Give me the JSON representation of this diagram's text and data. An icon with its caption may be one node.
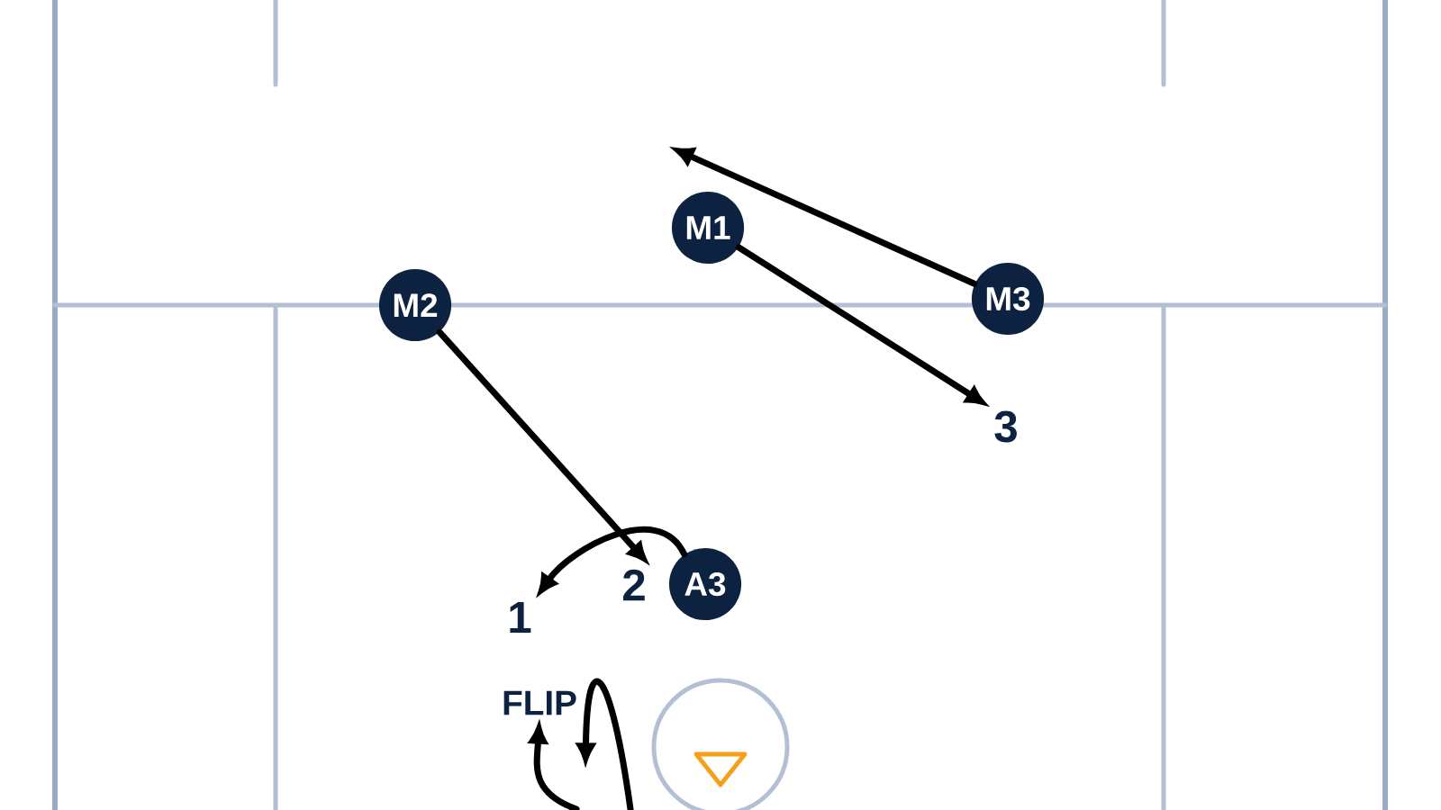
{
  "diagram": {
    "nodes": [
      {
        "text": [
          "M1"
        ]
      },
      {
        "text": [
          "M3"
        ]
      },
      {
        "text": [
          "M2"
        ]
      },
      {
        "text": [
          "3"
        ]
      },
      {
        "text": [
          "2"
        ]
      },
      {
        "text": [
          "A3"
        ]
      },
      {
        "text": [
          "1"
        ]
      },
      {
        "text": [
          "FLIP"
        ]
      }
    ],
    "edges": [
      {
        "from": 0,
        "to": 3,
        "arrow": "to"
      },
      {
        "from": 1,
        "to": null,
        "arrow": "to"
      },
      {
        "from": 2,
        "to": 4,
        "arrow": "to"
      },
      {
        "from": 5,
        "to": 6,
        "arrow": "to"
      },
      {
        "from": null,
        "to": 7,
        "arrow": "to"
      },
      {
        "from": null,
        "to": 7,
        "arrow": "to"
      }
    ]
  }
}
